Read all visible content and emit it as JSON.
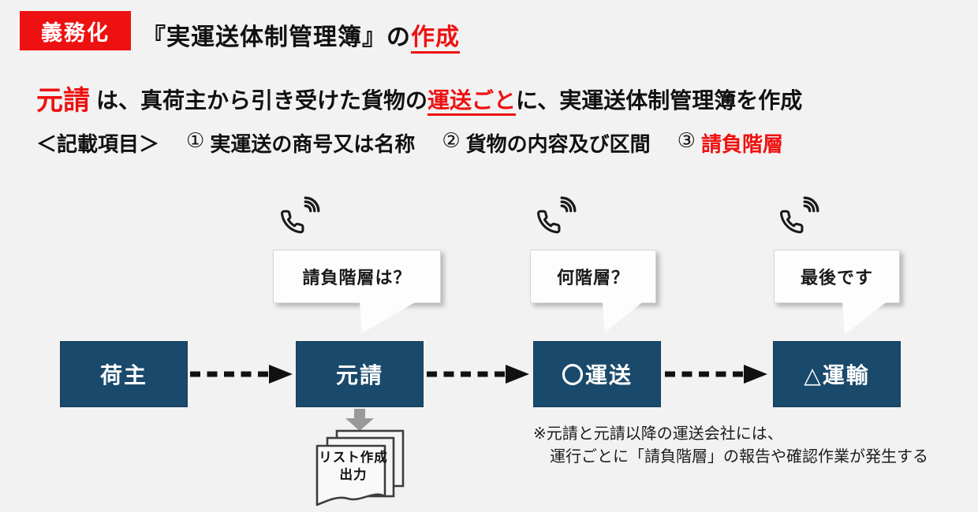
{
  "header": {
    "badge": "義務化",
    "title_prefix": "『実運送体制管理簿』の",
    "title_emphasis": "作成"
  },
  "lead": {
    "actor": "元請",
    "text_before": "は、真荷主から引き受けた貨物の",
    "emphasis": "運送ごと",
    "text_after": "に、実運送体制管理簿を作成"
  },
  "items_line": {
    "label": "＜記載項目＞",
    "items": [
      {
        "num": "①",
        "text": "実運送の商号又は名称"
      },
      {
        "num": "②",
        "text": "貨物の内容及び区間"
      },
      {
        "num": "③",
        "text": "請負階層"
      }
    ]
  },
  "flow": {
    "nodes": [
      "荷主",
      "元請",
      "〇運送",
      "△運輸"
    ],
    "bubbles": [
      "請負階層は？",
      "何階層？",
      "最後です"
    ],
    "output_label": "リスト作成\n出力"
  },
  "footnote": {
    "line1": "※元請と元請以降の運送会社には、",
    "line2": "運行ごとに「請負階層」の報告や確認作業が発生する"
  },
  "colors": {
    "accent_red": "#ee1111",
    "node_navy": "#1a4a6b",
    "background": "#f2f2f2",
    "bubble_white": "#fdfdfd",
    "arrow_black": "#111111",
    "arrow_gray": "#999999"
  },
  "icons": {
    "phone": "ringing-phone-icon",
    "document": "paper-stack-icon"
  }
}
